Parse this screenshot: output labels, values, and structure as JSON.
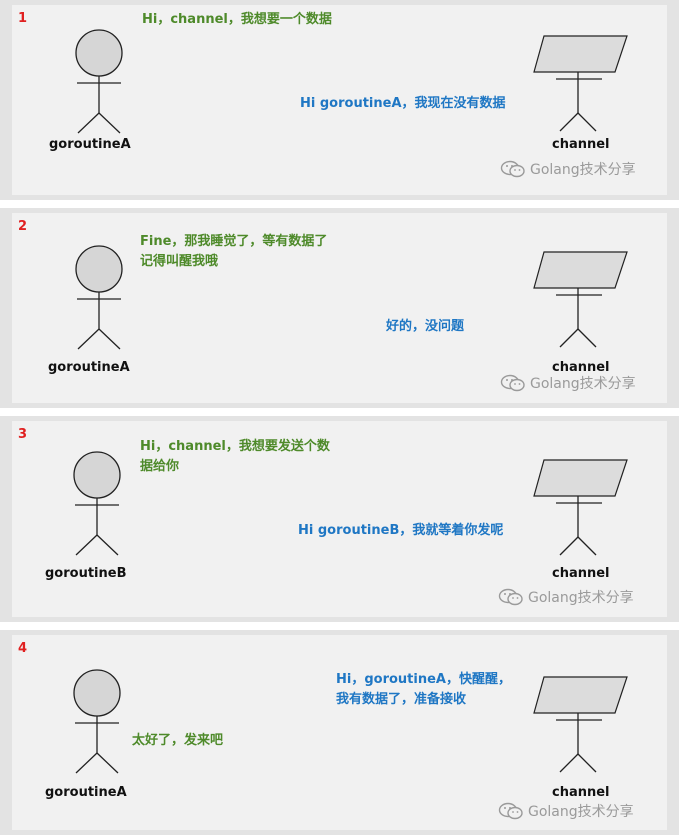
{
  "panels": [
    {
      "step": "1",
      "actor": "goroutineA",
      "channel": "channel",
      "actor_message_lines": [
        "Hi，channel，我想要一个数据"
      ],
      "channel_message_lines": [
        "Hi goroutineA，我现在没有数据"
      ],
      "watermark": "Golang技术分享"
    },
    {
      "step": "2",
      "actor": "goroutineA",
      "channel": "channel",
      "actor_message_lines": [
        "Fine，那我睡觉了，等有数据了",
        "记得叫醒我哦"
      ],
      "channel_message_lines": [
        "好的，没问题"
      ],
      "watermark": "Golang技术分享"
    },
    {
      "step": "3",
      "actor": "goroutineB",
      "channel": "channel",
      "actor_message_lines": [
        "Hi，channel，我想要发送个数",
        "据给你"
      ],
      "channel_message_lines": [
        "Hi goroutineB，我就等着你发呢"
      ],
      "watermark": "Golang技术分享"
    },
    {
      "step": "4",
      "actor": "goroutineA",
      "channel": "channel",
      "actor_message_lines": [
        "太好了，发来吧"
      ],
      "channel_message_lines": [
        "Hi，goroutineA，快醒醒，",
        "我有数据了，准备接收"
      ],
      "watermark": "Golang技术分享"
    }
  ],
  "colors": {
    "step": "#e02020",
    "actor_message": "#4e8a2a",
    "channel_message": "#1f77c4",
    "panel_background": "#f1f1f1",
    "head_fill": "#d6d6d6",
    "channel_fill": "#dcdcdc"
  }
}
